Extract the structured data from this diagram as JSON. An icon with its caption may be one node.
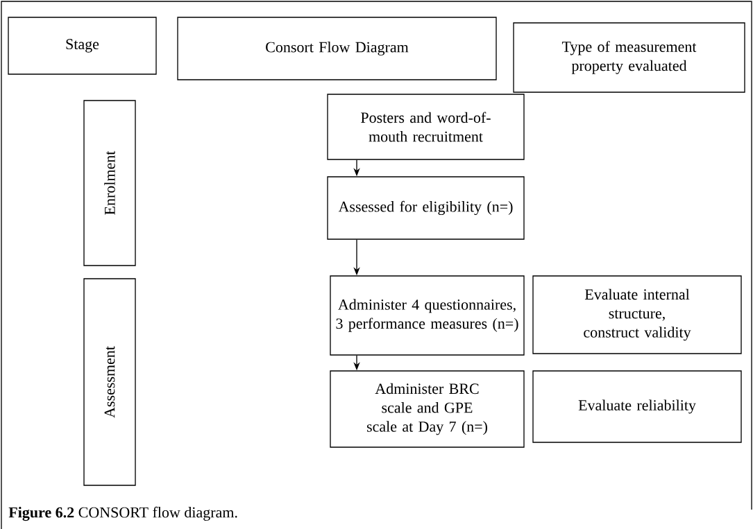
{
  "diagram": {
    "caption": "**Figure 6.2** CONSORT flow diagram.",
    "nodes": [
      {
        "text": [
          "Stage"
        ]
      },
      {
        "text": [
          "Consort Flow Diagram"
        ]
      },
      {
        "text": [
          "Type of measurement property evaluated"
        ]
      },
      {
        "text": [
          "Enrolment"
        ]
      },
      {
        "text": [
          "Posters and word-of-mouth recruitment"
        ]
      },
      {
        "text": [
          "Assessed for eligibility (n=)"
        ]
      },
      {
        "text": [
          "Assessment"
        ]
      },
      {
        "text": [
          "Administer 4 questionnaires, 3 performance measures (n=)"
        ]
      },
      {
        "text": [
          "Evaluate internal structure, construct validity"
        ]
      },
      {
        "text": [
          "Administer BRC scale and GPE scale at Day 7 (n=)"
        ]
      },
      {
        "text": [
          "Evaluate reliability"
        ]
      }
    ],
    "edges": [
      {
        "from": 4,
        "to": 5,
        "arrow": "to"
      },
      {
        "from": 5,
        "to": 7,
        "arrow": "to"
      },
      {
        "from": 7,
        "to": 9,
        "arrow": "to"
      }
    ]
  }
}
